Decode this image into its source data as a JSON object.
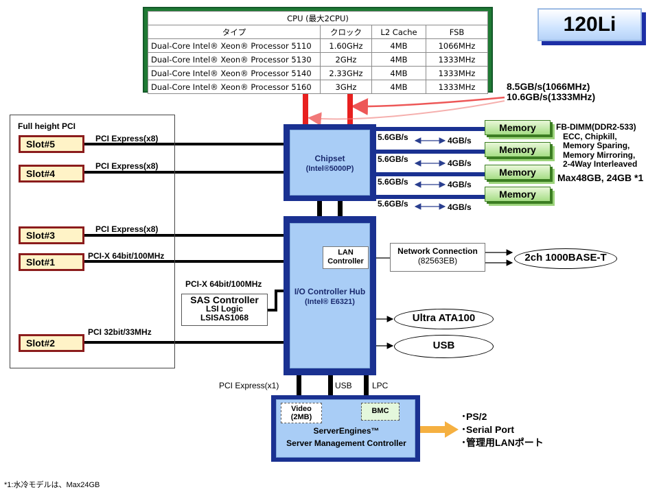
{
  "model_name": "120Li",
  "cpu": {
    "title": "CPU (最大2CPU)",
    "headers": [
      "タイプ",
      "クロック",
      "L2 Cache",
      "FSB"
    ],
    "rows": [
      [
        "Dual-Core Intel® Xeon® Processor 5110",
        "1.60GHz",
        "4MB",
        "1066MHz"
      ],
      [
        "Dual-Core Intel® Xeon® Processor 5130",
        "2GHz",
        "4MB",
        "1333MHz"
      ],
      [
        "Dual-Core Intel® Xeon® Processor 5140",
        "2.33GHz",
        "4MB",
        "1333MHz"
      ],
      [
        "Dual-Core Intel® Xeon® Processor 5160",
        "3GHz",
        "4MB",
        "1333MHz"
      ]
    ]
  },
  "fsb_bandwidth": [
    "8.5GB/s(1066MHz)",
    "10.6GB/s(1333MHz)"
  ],
  "pci": {
    "frame_label": "Full height PCI",
    "slots": [
      {
        "name": "Slot#5",
        "bus": "PCI Express(x8)"
      },
      {
        "name": "Slot#4",
        "bus": "PCI Express(x8)"
      },
      {
        "name": "Slot#3",
        "bus": "PCI Express(x8)"
      },
      {
        "name": "Slot#1",
        "bus": "PCI-X 64bit/100MHz"
      },
      {
        "name": "Slot#2",
        "bus": "PCI 32bit/33MHz"
      }
    ]
  },
  "chipset": {
    "name": "Chipset",
    "model": "(Intel®5000P)"
  },
  "memory": {
    "channels": [
      {
        "label": "Memory",
        "bw": "5.6GB/s",
        "bw2": "4GB/s"
      },
      {
        "label": "Memory",
        "bw": "5.6GB/s",
        "bw2": "4GB/s"
      },
      {
        "label": "Memory",
        "bw": "5.6GB/s",
        "bw2": "4GB/s"
      },
      {
        "label": "Memory",
        "bw": "5.6GB/s",
        "bw2": "4GB/s"
      }
    ],
    "features": [
      "FB-DIMM(DDR2-533)",
      "ECC, Chipkill,",
      "Memory Sparing,",
      "Memory Mirroring,",
      "2-4Way Interleaved"
    ],
    "max": "Max48GB, 24GB *1"
  },
  "ioh": {
    "name": "I/O Controller Hub",
    "model": "(Intel® E6321)",
    "lan_line1": "LAN",
    "lan_line2": "Controller"
  },
  "sas": {
    "bus": "PCI-X 64bit/100MHz",
    "title": "SAS Controller",
    "vendor": "LSI Logic",
    "model": "LSISAS1068"
  },
  "network": {
    "title": "Network Connection",
    "model": "(82563EB)",
    "ports": "2ch 1000BASE-T"
  },
  "ata": "Ultra ATA100",
  "usb": "USB",
  "lower_links": [
    "PCI Express(x1)",
    "USB",
    "LPC"
  ],
  "bmc": {
    "video_line1": "Video",
    "video_line2": "(2MB)",
    "bmc_label": "BMC",
    "vendor": "ServerEngines™",
    "name": "Server Management Controller"
  },
  "outputs": [
    "･PS/2",
    "･Serial Port",
    "･管理用LANポート"
  ],
  "footnote": "*1:水冷モデルは、Max24GB",
  "colors": {
    "chip_dark": "#1a3191",
    "chip_light": "#a9cdf6",
    "cpu_green": "#1f7a34",
    "fsb_red": "#e8201f",
    "slot_border": "#8b1c1c",
    "memory_green": "#a6dd86",
    "output_arrow": "#f5b041"
  }
}
